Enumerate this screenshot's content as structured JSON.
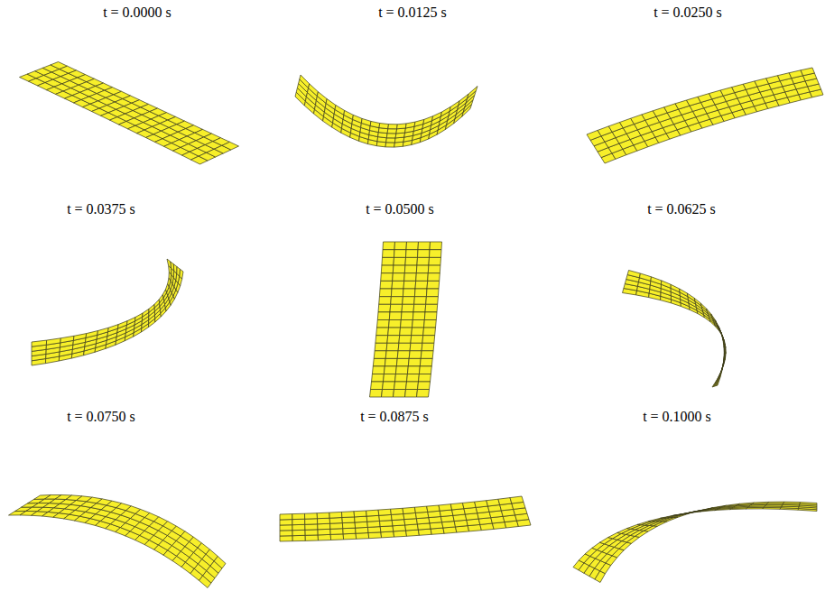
{
  "diagram": {
    "labels": [
      "t = 0.0000 s",
      "t = 0.0125 s",
      "t = 0.0250 s",
      "t = 0.0375 s",
      "t = 0.0500 s",
      "t = 0.0625 s",
      "t = 0.0750 s",
      "t = 0.0875 s",
      "t = 0.1000 s"
    ]
  }
}
